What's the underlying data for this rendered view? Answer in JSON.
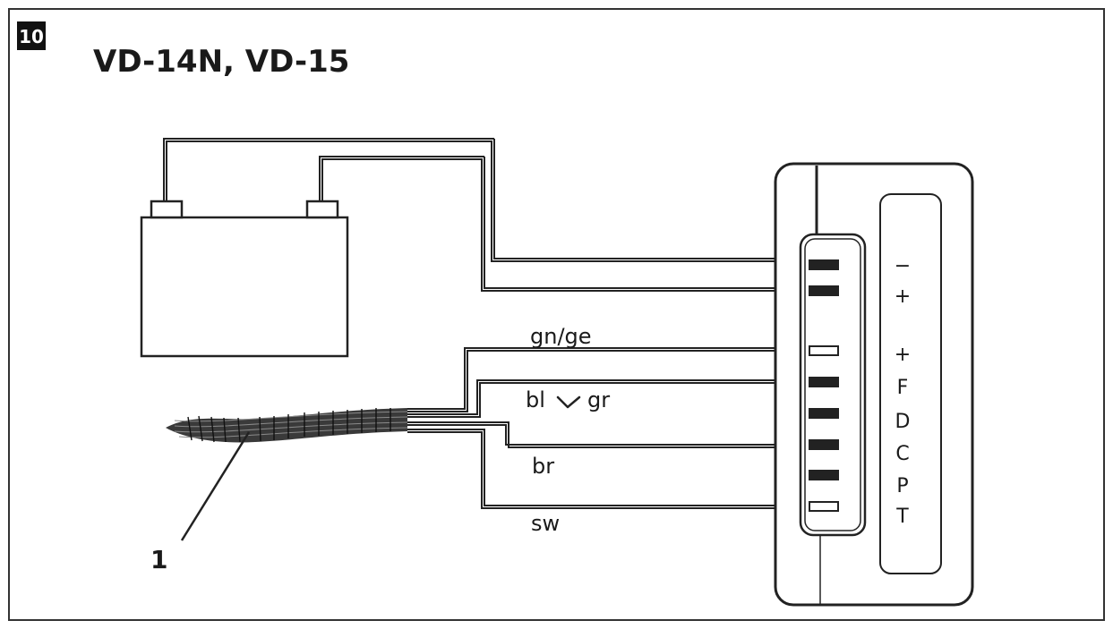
{
  "figure": {
    "number": "10",
    "title": "VD-14N, VD-15"
  },
  "wires": {
    "gn_ge": "gn/ge",
    "bl": "bl",
    "gr": "gr",
    "br": "br",
    "sw": "sw"
  },
  "terminals": [
    "−",
    "+",
    "+",
    "F",
    "D",
    "C",
    "P",
    "T"
  ],
  "callouts": {
    "cable": "1"
  },
  "icons": {
    "battery": "battery-icon",
    "separator": "chevron-down-icon"
  }
}
